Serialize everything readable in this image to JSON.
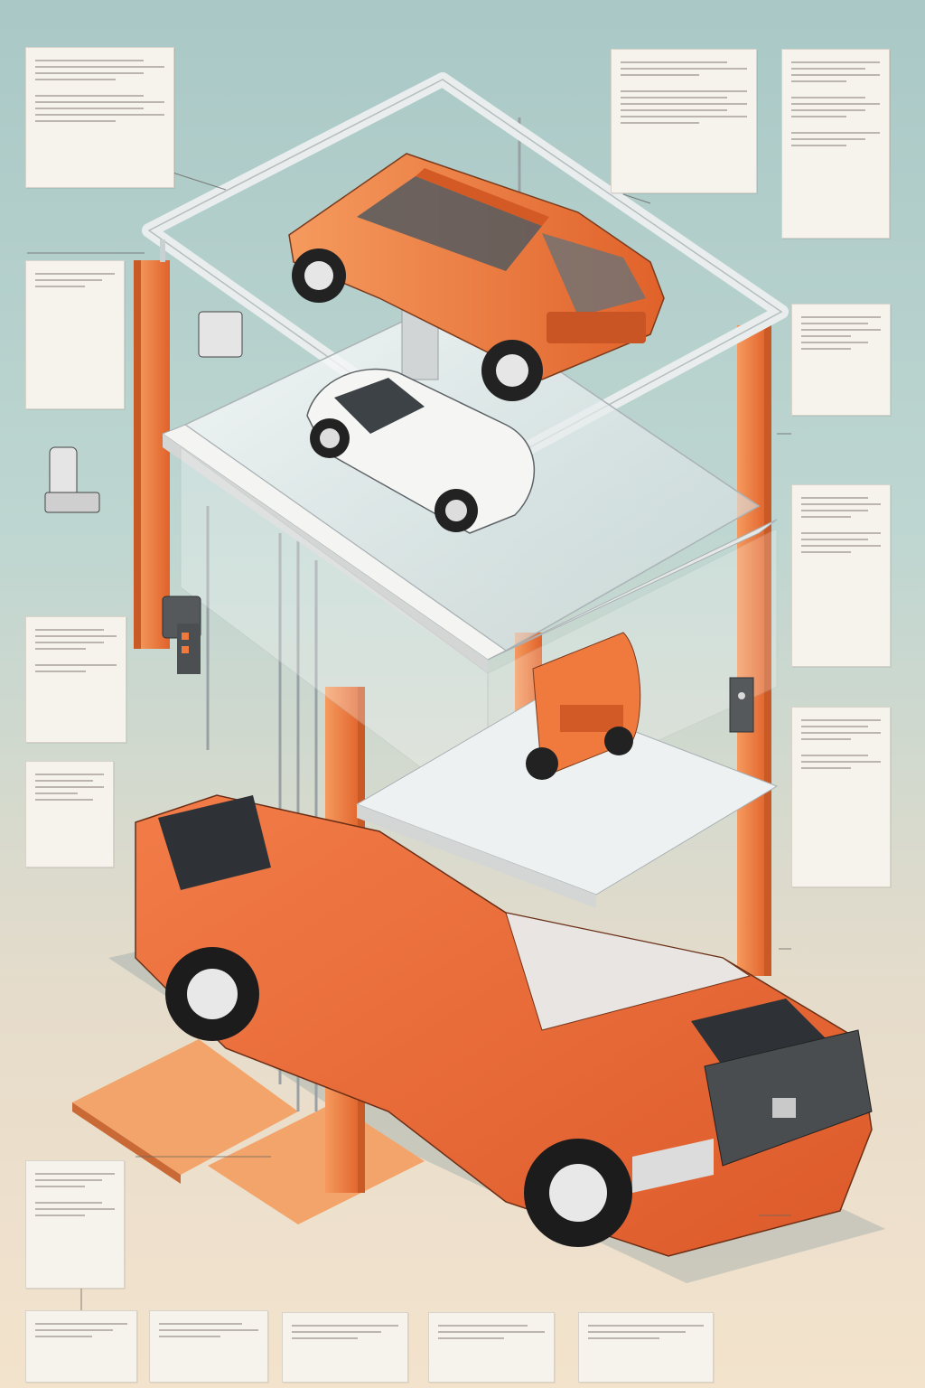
{
  "illustration": {
    "subject": "",
    "colors": {
      "frame_orange": "#f07a3e",
      "car_orange": "#ef6f3a",
      "glass": "#e7eef0",
      "background_top": "#a9c8c6",
      "background_bottom": "#f3e3cc"
    }
  },
  "callouts": [
    {
      "id": "callout-top-left",
      "title": ""
    },
    {
      "id": "callout-top-center",
      "title": ""
    },
    {
      "id": "callout-top-right",
      "title": ""
    },
    {
      "id": "callout-left-1",
      "title": ""
    },
    {
      "id": "callout-left-2",
      "title": ""
    },
    {
      "id": "callout-left-3",
      "title": ""
    },
    {
      "id": "callout-right-1",
      "title": ""
    },
    {
      "id": "callout-right-2",
      "title": ""
    },
    {
      "id": "callout-right-3",
      "title": ""
    },
    {
      "id": "callout-bottom-1",
      "title": ""
    },
    {
      "id": "callout-bottom-2",
      "title": ""
    },
    {
      "id": "callout-bottom-3",
      "title": ""
    },
    {
      "id": "callout-bottom-4",
      "title": ""
    },
    {
      "id": "callout-bottom-5",
      "title": ""
    },
    {
      "id": "callout-bottom-6",
      "title": ""
    }
  ]
}
